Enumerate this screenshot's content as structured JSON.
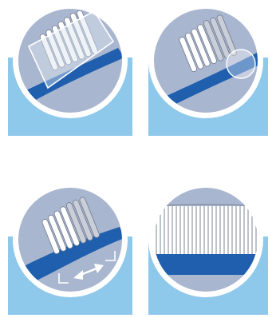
{
  "colors": {
    "background": "#ffffff",
    "water": "#8ec8ea",
    "circle_fill": "#a9b6cf",
    "circle_ring": "#ffffff",
    "brush_blue": "#1f5fae",
    "brush_blue_dark": "#174c8f",
    "bristle_white": "#ffffff",
    "bristle_grey": "#c9ced8",
    "bristle_outline": "#6f7a8c"
  },
  "panels": [
    {
      "id": "panel-1",
      "icon": "toothbrush-with-cap-icon"
    },
    {
      "id": "panel-2",
      "icon": "toothbrush-worn-bristles-icon"
    },
    {
      "id": "panel-3",
      "icon": "toothbrush-brushing-motion-icon"
    },
    {
      "id": "panel-4",
      "icon": "toothbrush-side-view-icon"
    }
  ]
}
